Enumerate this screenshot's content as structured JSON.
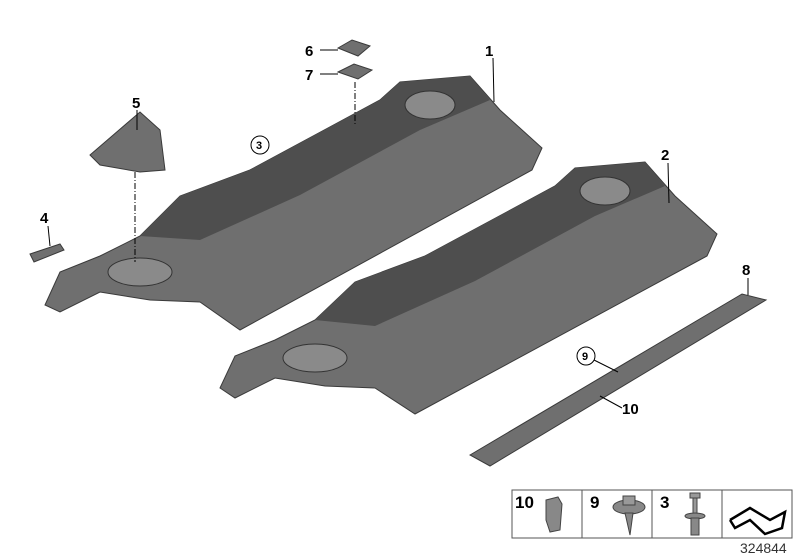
{
  "callouts": [
    {
      "number": "1"
    },
    {
      "number": "2"
    },
    {
      "number": "3",
      "circled": true
    },
    {
      "number": "4"
    },
    {
      "number": "5"
    },
    {
      "number": "6"
    },
    {
      "number": "7"
    },
    {
      "number": "8"
    },
    {
      "number": "9",
      "circled": true
    },
    {
      "number": "10"
    }
  ],
  "legend": [
    {
      "number": "10",
      "icon": "clip-nut-icon"
    },
    {
      "number": "9",
      "icon": "screw-icon"
    },
    {
      "number": "3",
      "icon": "expanding-rivet-icon"
    },
    {
      "number": "",
      "icon": "direction-arrow-icon"
    }
  ],
  "reference_number": "324844",
  "colors": {
    "part": "#6f6f6f",
    "part_dark": "#4e4e4e",
    "text": "#000000"
  }
}
